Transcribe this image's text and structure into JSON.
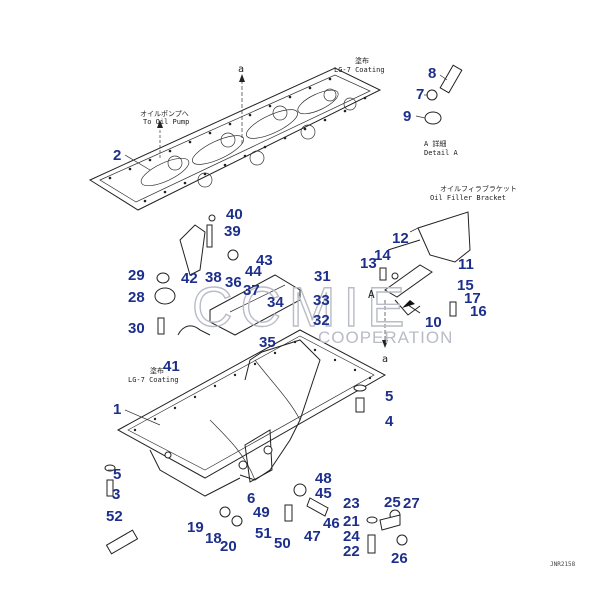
{
  "labels": {
    "n1": "1",
    "n2": "2",
    "n3": "3",
    "n4": "4",
    "n5a": "5",
    "n5b": "5",
    "n6": "6",
    "n7": "7",
    "n8": "8",
    "n9": "9",
    "n10": "10",
    "n11": "11",
    "n12": "12",
    "n13": "13",
    "n14": "14",
    "n15": "15",
    "n16": "16",
    "n17": "17",
    "n18": "18",
    "n19": "19",
    "n20": "20",
    "n21": "21",
    "n22": "22",
    "n23": "23",
    "n24": "24",
    "n25": "25",
    "n26": "26",
    "n27": "27",
    "n28": "28",
    "n29": "29",
    "n30": "30",
    "n31": "31",
    "n32": "32",
    "n33": "33",
    "n34": "34",
    "n35": "35",
    "n36": "36",
    "n37": "37",
    "n38": "38",
    "n39": "39",
    "n40": "40",
    "n41": "41",
    "n42": "42",
    "n43": "43",
    "n44": "44",
    "n45": "45",
    "n46": "46",
    "n47": "47",
    "n48": "48",
    "n49": "49",
    "n50": "50",
    "n51": "51",
    "n52": "52"
  },
  "notes": {
    "coating_top_jp": "塗布",
    "coating_top_en": "LG-7 Coating",
    "coating_bottom_jp": "塗布",
    "coating_bottom_en": "LG-7 Coating",
    "oil_pump_jp": "オイルポンプへ",
    "oil_pump_en": "To Oil Pump",
    "detail_a_jp": "A 詳細",
    "detail_a_en": "Detail A",
    "bracket_jp": "オイルフィラブラケット",
    "bracket_en": "Oil Filler Bracket",
    "ref_a_top": "a",
    "ref_a_bottom": "a",
    "ref_A": "A"
  },
  "watermark": {
    "brand": "CCMIE",
    "sub": "COOPERATION"
  },
  "drawing_code": "JNR2158",
  "colors": {
    "callout": "#1d2f8c",
    "line": "#222222",
    "watermark": "#b9bcc6"
  }
}
